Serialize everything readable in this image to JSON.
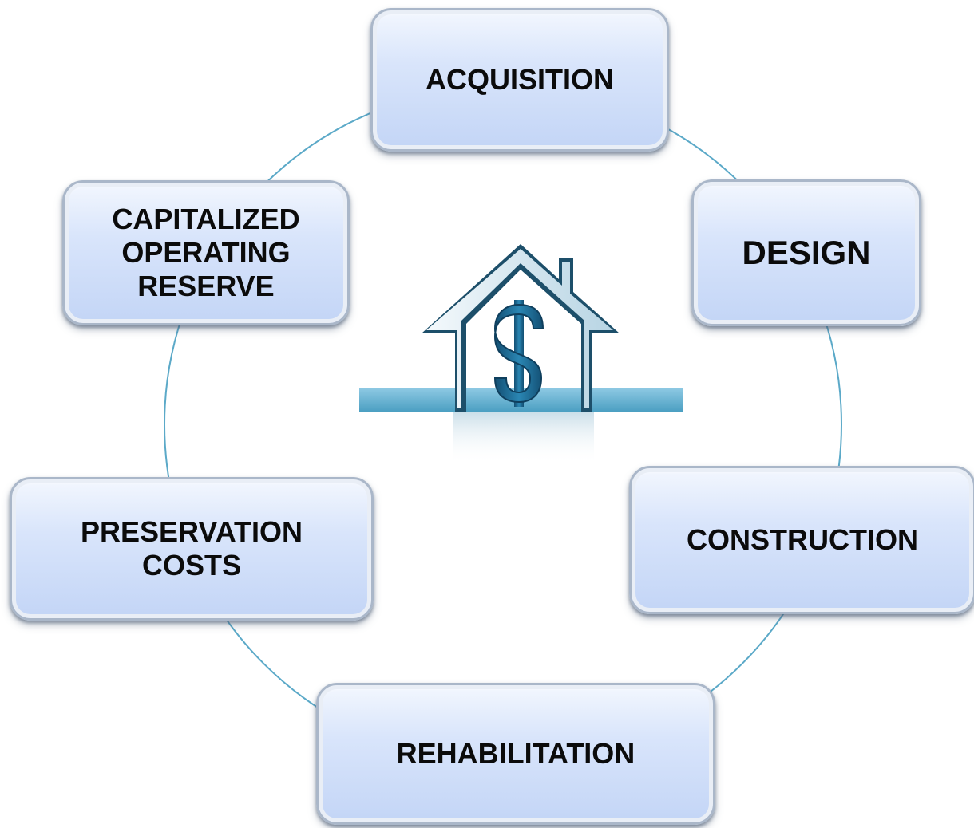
{
  "diagram": {
    "nodes": [
      {
        "id": "acquisition",
        "label": "ACQUISITION"
      },
      {
        "id": "design",
        "label": "DESIGN"
      },
      {
        "id": "construction",
        "label": "CONSTRUCTION"
      },
      {
        "id": "rehabilitation",
        "label": "REHABILITATION"
      },
      {
        "id": "preservation",
        "label": "PRESERVATION\nCOSTS"
      },
      {
        "id": "capitalized",
        "label": "CAPITALIZED\nOPERATING\nRESERVE"
      }
    ],
    "center_icon": "house-dollar-icon",
    "colors": {
      "node_fill": "#c9d9f7",
      "node_border": "#aab7c9",
      "ring": "#5ba9c8",
      "house": "#2d6f8e",
      "dollar": "#1f6a93",
      "ground": "#6db7d6"
    }
  }
}
